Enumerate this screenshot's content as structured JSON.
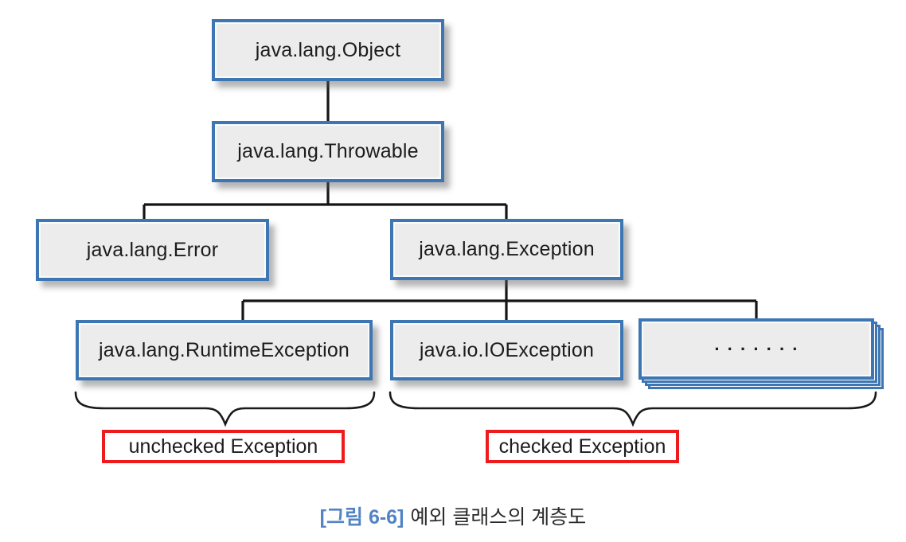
{
  "diagram": {
    "nodes": {
      "object": {
        "label": "java.lang.Object"
      },
      "throwable": {
        "label": "java.lang.Throwable"
      },
      "error": {
        "label": "java.lang.Error"
      },
      "exception": {
        "label": "java.lang.Exception"
      },
      "runtime_exception": {
        "label": "java.lang.RuntimeException"
      },
      "io_exception": {
        "label": "java.io.IOException"
      },
      "other_exceptions": {
        "label": "·······"
      }
    },
    "group_labels": {
      "unchecked": "unchecked Exception",
      "checked": "checked Exception"
    },
    "caption": {
      "tag": "[그림 6-6]",
      "text": "예외 클래스의 계층도"
    },
    "colors": {
      "node_border": "#3e76b4",
      "node_fill": "#ebeceb",
      "connector": "#151515",
      "group_label_border": "#ee1b1e",
      "caption_tag": "#5284c4"
    }
  }
}
